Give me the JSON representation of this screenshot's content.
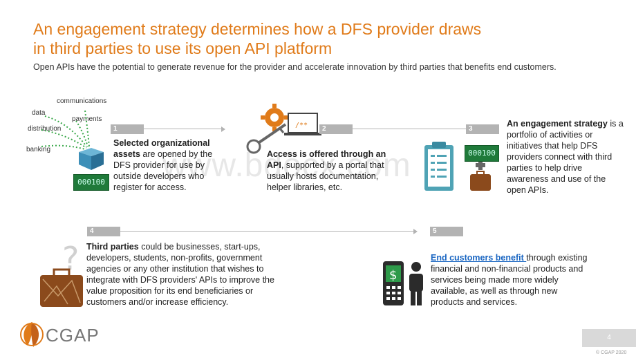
{
  "title_line1": "An engagement strategy determines how a DFS provider draws",
  "title_line2": "in third parties to use its open API platform",
  "subtitle": "Open APIs have the potential to generate revenue for the provider and accelerate innovation by third parties that benefits end customers.",
  "watermark": "www.bdocx.com",
  "asset_labels": {
    "communications": "communications",
    "data": "data",
    "payments": "payments",
    "distribution": "distribution",
    "banking": "banking"
  },
  "money_text": "000100",
  "steps": [
    {
      "num": "1",
      "bold": "Selected organizational assets",
      "rest": " are opened by the DFS provider for use by outside developers who register for access."
    },
    {
      "num": "2",
      "bold": "Access is offered through an API",
      "rest": ", supported by a portal that usually hosts documentation, helper libraries, etc."
    },
    {
      "num": "3",
      "bold": "An engagement strategy",
      "rest": " is a portfolio of activities or initiatives that help DFS providers connect with third parties to help drive awareness and use of the open APIs."
    },
    {
      "num": "4",
      "bold": "Third parties",
      "rest": " could be businesses, start-ups, developers, students, non-profits, government agencies or any other institution that wishes to integrate with DFS providers' APIs to improve the value proposition for its end beneficiaries or customers and/or increase efficiency."
    },
    {
      "num": "5",
      "bold": "End customers benefit ",
      "rest": "through existing financial and non-financial products and services being made more widely available, as well as through new products and services."
    }
  ],
  "code_text": "/**",
  "logo": "CGAP",
  "page_number": "4",
  "copyright": "© CGAP 2020",
  "colors": {
    "orange": "#e07b1a",
    "gray": "#b3b3b3",
    "teal": "#4fa3b5",
    "brown": "#8b4a1c",
    "green": "#2e7d32",
    "dark": "#2b2b2b"
  }
}
